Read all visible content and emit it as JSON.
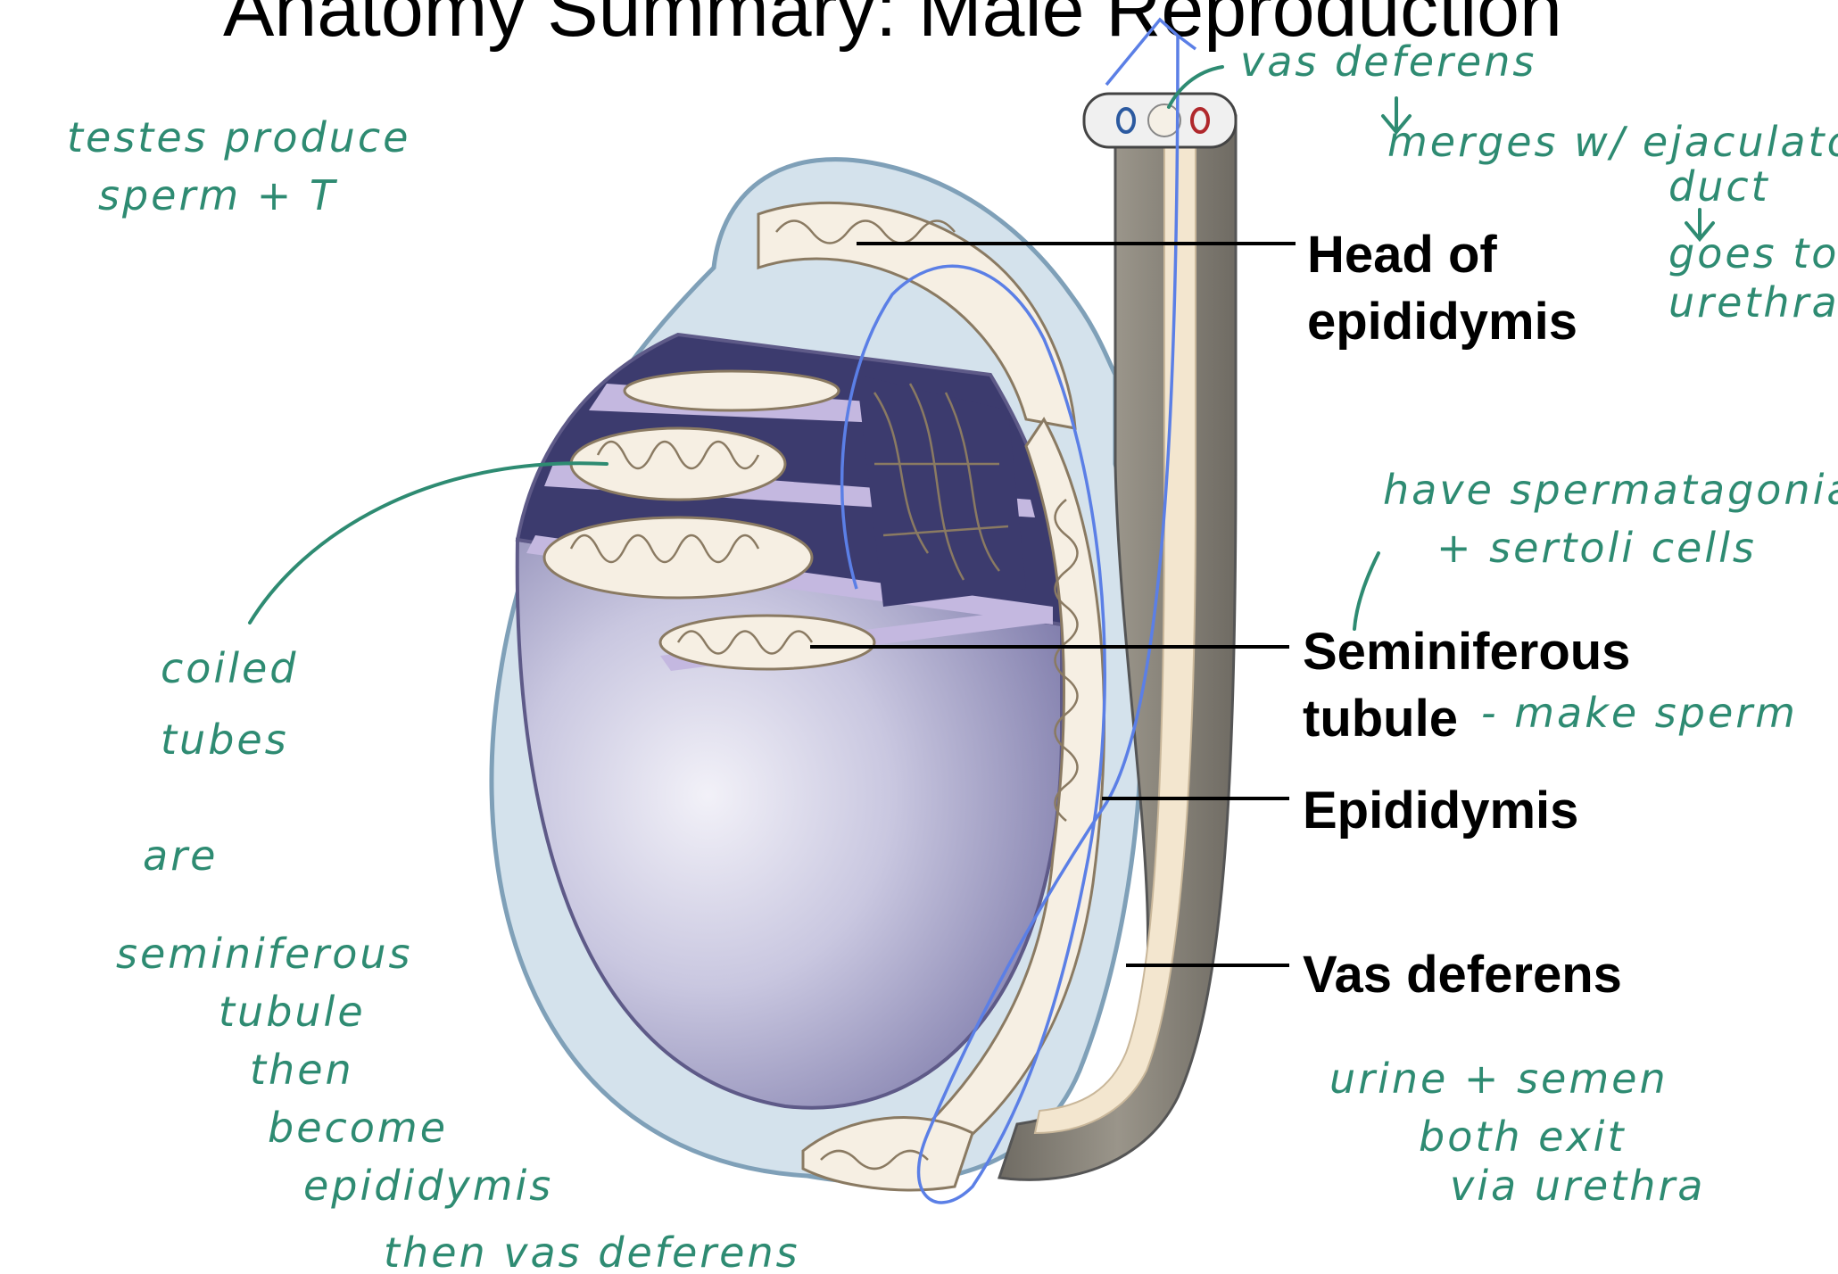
{
  "slide": {
    "title": "Anatomy Summary: Male Reproduction"
  },
  "labels": {
    "head_of_epididymis_line1": "Head of",
    "head_of_epididymis_line2": "epididymis",
    "seminiferous_line1": "Seminiferous",
    "seminiferous_line2": "tubule",
    "epididymis": "Epididymis",
    "vas_deferens": "Vas deferens"
  },
  "notes": {
    "vas_deferens_top": "vas deferens",
    "merges_line1": "merges w/ ejaculatory",
    "merges_line2": "duct",
    "goes_to_line1": "goes to",
    "goes_to_line2": "urethra",
    "testes_line1": "testes produce",
    "testes_line2": "sperm + T",
    "have_line1": "have spermatagonia",
    "have_line2": "+ sertoli cells",
    "make_sperm": "- make sperm",
    "coiled_line1": "coiled",
    "coiled_line2": "tubes",
    "are": "are",
    "seq_line1": "seminiferous",
    "seq_line2": "tubule",
    "seq_line3": "then",
    "seq_line4": "become",
    "seq_line5": "epididymis",
    "seq_line6": "then vas deferens",
    "urine_line1": "urine + semen",
    "urine_line2": "both exit",
    "urine_line3": "via urethra"
  },
  "colors": {
    "handwriting": "#2e8b72",
    "pen_trace": "#5b7fe6",
    "testis_fill": "#a9a6cf",
    "tunica": "#c9d8e4",
    "cord_fill": "#807c72"
  }
}
